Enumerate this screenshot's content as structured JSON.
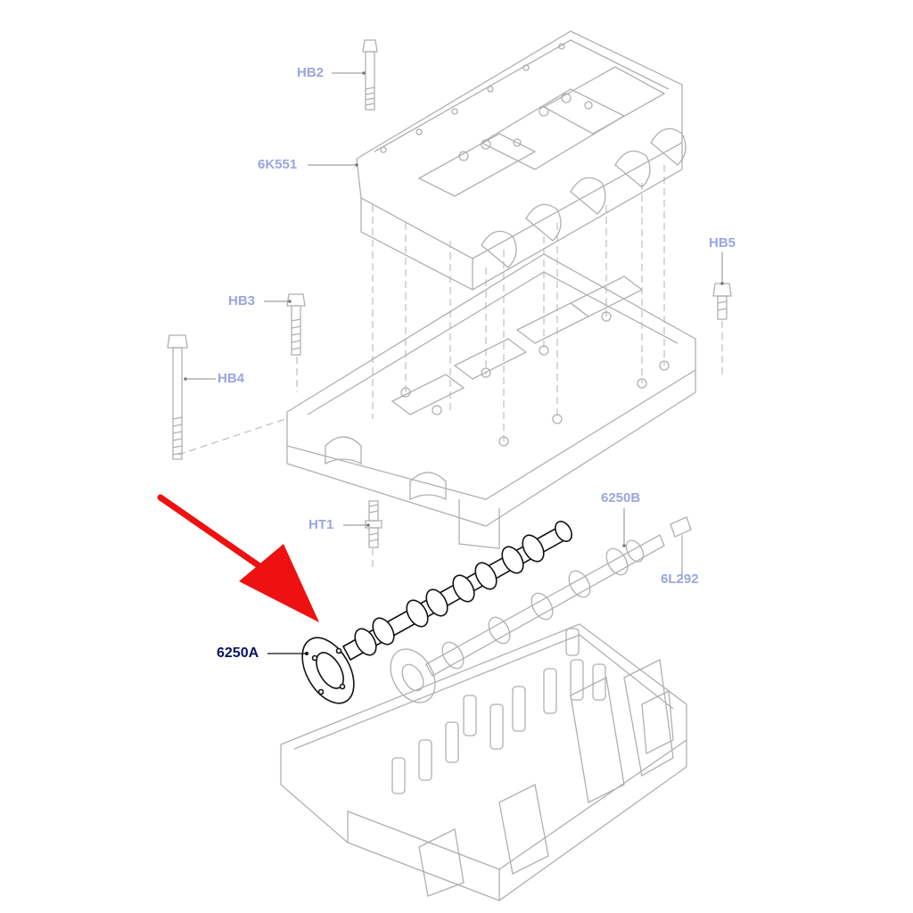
{
  "callouts": {
    "hb2": "HB2",
    "k551": "6K551",
    "hb5": "HB5",
    "hb3": "HB3",
    "hb4": "HB4",
    "b6250": "6250B",
    "ht1": "HT1",
    "l292": "6L292",
    "a6250": "6250A"
  },
  "colors": {
    "ghost_line": "#b0b0b0",
    "ghost_label": "#9aa6dd",
    "active_part": "#111111",
    "active_label": "#06155f",
    "arrow": "#ee1111"
  },
  "highlighted_part": "6250A"
}
